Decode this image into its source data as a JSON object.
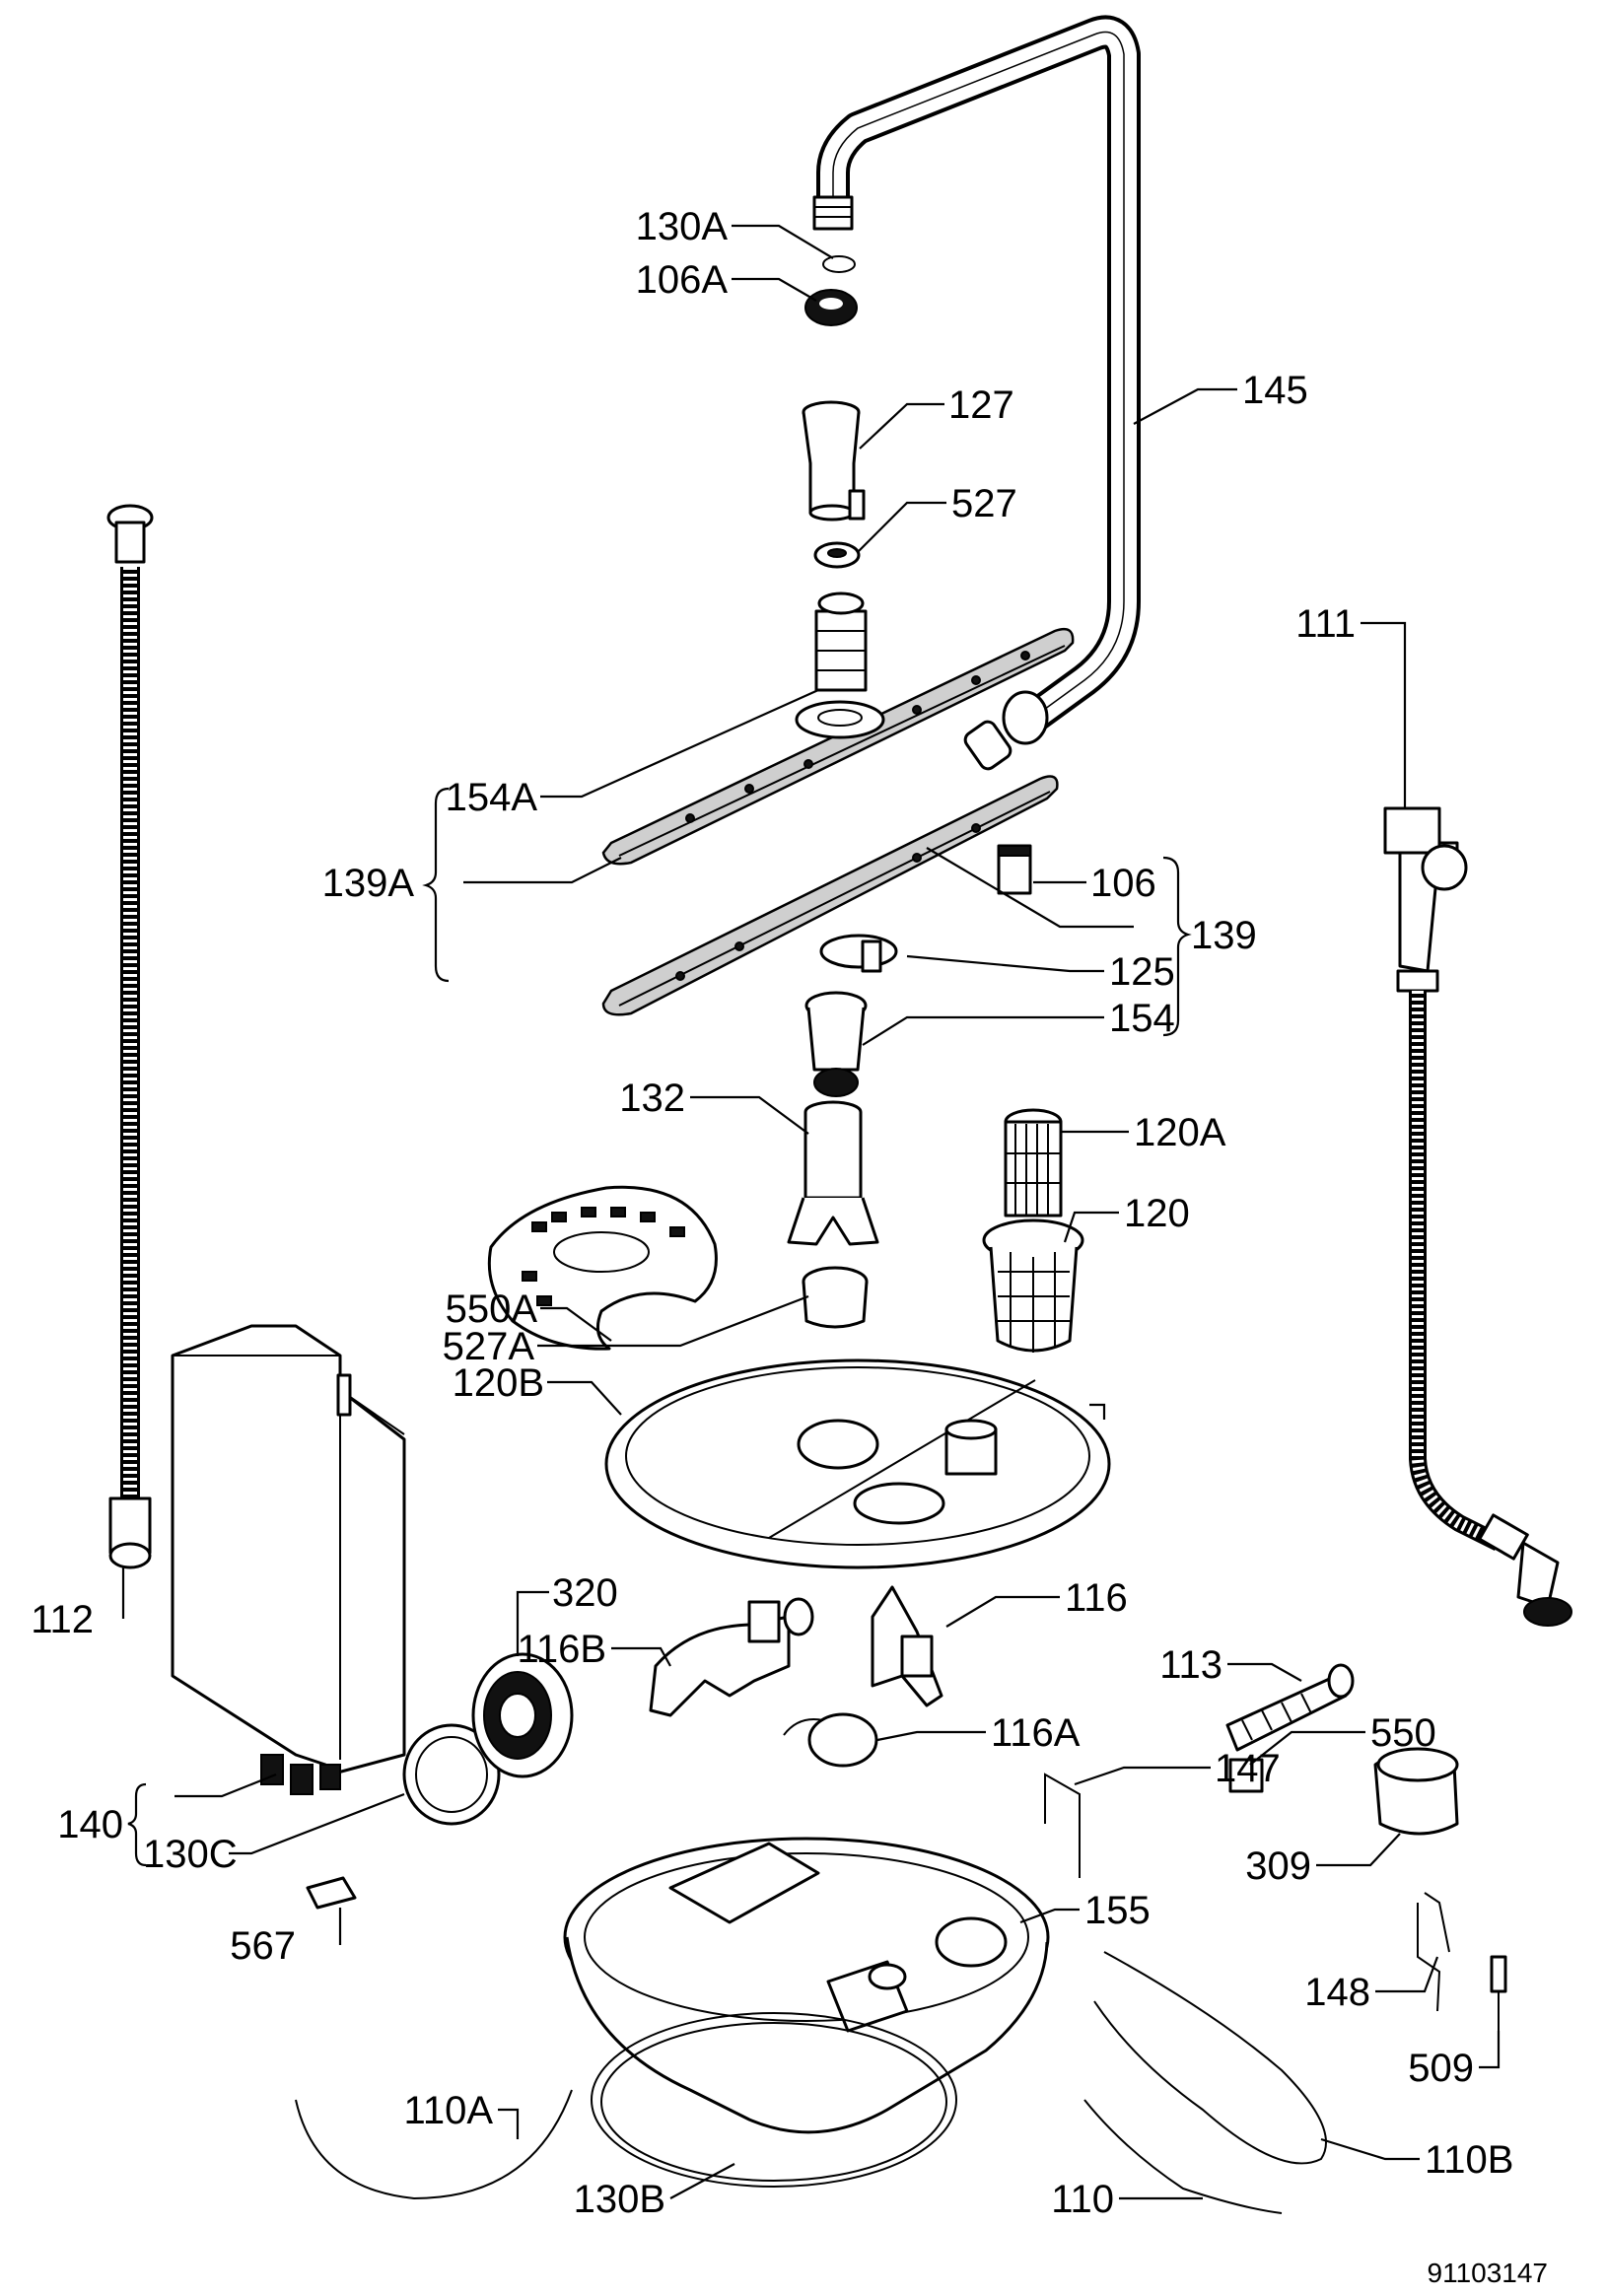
{
  "diagram": {
    "drawing_code": "91103147",
    "labels": {
      "l130A": "130A",
      "l106A": "106A",
      "l127": "127",
      "l145": "145",
      "l527": "527",
      "l111": "111",
      "l154A": "154A",
      "l139A": "139A",
      "l106": "106",
      "l139": "139",
      "l125": "125",
      "l154": "154",
      "l132": "132",
      "l120A": "120A",
      "l120": "120",
      "l550A": "550A",
      "l527A": "527A",
      "l120B": "120B",
      "l320": "320",
      "l116B": "116B",
      "l116": "116",
      "l113": "113",
      "l112": "112",
      "l116A": "116A",
      "l550": "550",
      "l147": "147",
      "l140": "140",
      "l130C": "130C",
      "l309": "309",
      "l567": "567",
      "l155": "155",
      "l148": "148",
      "l509": "509",
      "l110A": "110A",
      "l110B": "110B",
      "l130B": "130B",
      "l110": "110"
    }
  }
}
